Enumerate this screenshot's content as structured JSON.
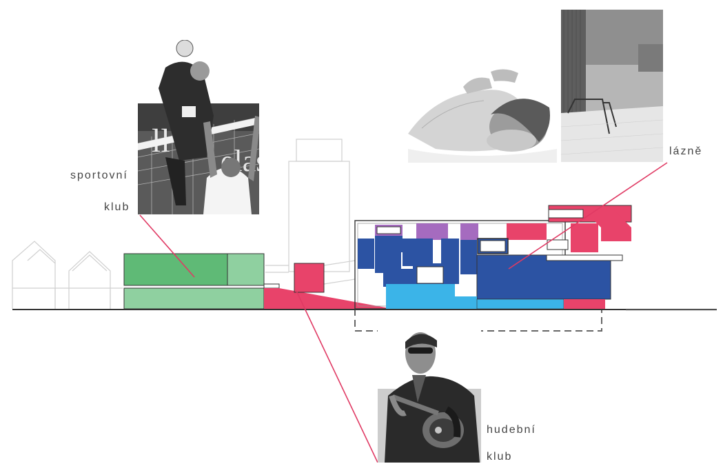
{
  "labels": {
    "sport_line1": "sportovní",
    "sport_line2": "klub",
    "spa": "lázně",
    "music_line1": "hudební",
    "music_line2": "klub"
  },
  "photos": {
    "volleyball": "volleyball-players-photo",
    "massage": "massage-photo",
    "pool": "spa-pool-photo",
    "musician": "guitarist-photo"
  },
  "colors": {
    "green_dark": "#5fba76",
    "green_light": "#8fd0a0",
    "pink": "#e8436a",
    "navy": "#2c53a3",
    "sky": "#3bb4e8",
    "purple": "#a56bbf",
    "line": "#e03a64",
    "ground": "#333333",
    "outline": "#d0d0d0"
  }
}
